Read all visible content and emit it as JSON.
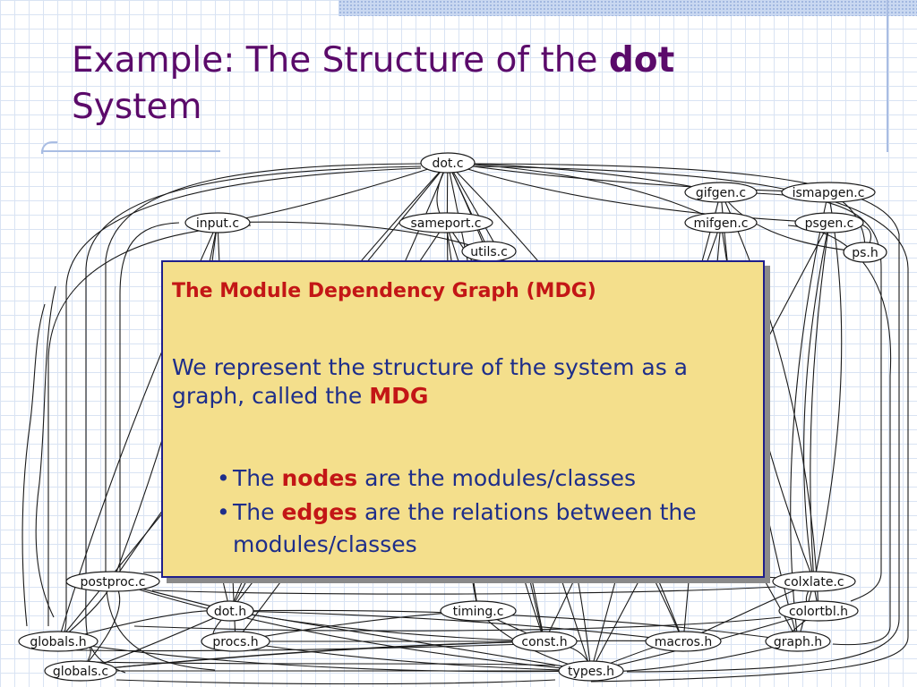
{
  "title": {
    "line1": "Example:  The Structure of the ",
    "bold": "dot",
    "line2": "System"
  },
  "callout": {
    "heading": "The Module Dependency Graph (MDG)",
    "body_start": "We represent the structure of the system as a graph, called the ",
    "body_bold": "MDG",
    "bullets": [
      {
        "bullet": "•",
        "pre": "The ",
        "bold": "nodes",
        "post": " are the modules/classes"
      },
      {
        "bullet": "•",
        "pre": "The ",
        "bold": "edges",
        "post": " are the relations between the modules/classes"
      }
    ]
  },
  "graph": {
    "nodes": [
      {
        "id": "dot.c",
        "label": "dot.c"
      },
      {
        "id": "gifgen.c",
        "label": "gifgen.c"
      },
      {
        "id": "ismapgen.c",
        "label": "ismapgen.c"
      },
      {
        "id": "input.c",
        "label": "input.c"
      },
      {
        "id": "sameport.c",
        "label": "sameport.c"
      },
      {
        "id": "mifgen.c",
        "label": "mifgen.c"
      },
      {
        "id": "psgen.c",
        "label": "psgen.c"
      },
      {
        "id": "utils.c",
        "label": "utils.c"
      },
      {
        "id": "ps.h",
        "label": "ps.h"
      },
      {
        "id": "postproc.c",
        "label": "postproc.c"
      },
      {
        "id": "colxlate.c",
        "label": "colxlate.c"
      },
      {
        "id": "dot.h",
        "label": "dot.h"
      },
      {
        "id": "timing.c",
        "label": "timing.c"
      },
      {
        "id": "colortbl.h",
        "label": "colortbl.h"
      },
      {
        "id": "globals.h",
        "label": "globals.h"
      },
      {
        "id": "procs.h",
        "label": "procs.h"
      },
      {
        "id": "const.h",
        "label": "const.h"
      },
      {
        "id": "macros.h",
        "label": "macros.h"
      },
      {
        "id": "graph.h",
        "label": "graph.h"
      },
      {
        "id": "globals.c",
        "label": "globals.c"
      },
      {
        "id": "types.h",
        "label": "types.h"
      }
    ]
  }
}
